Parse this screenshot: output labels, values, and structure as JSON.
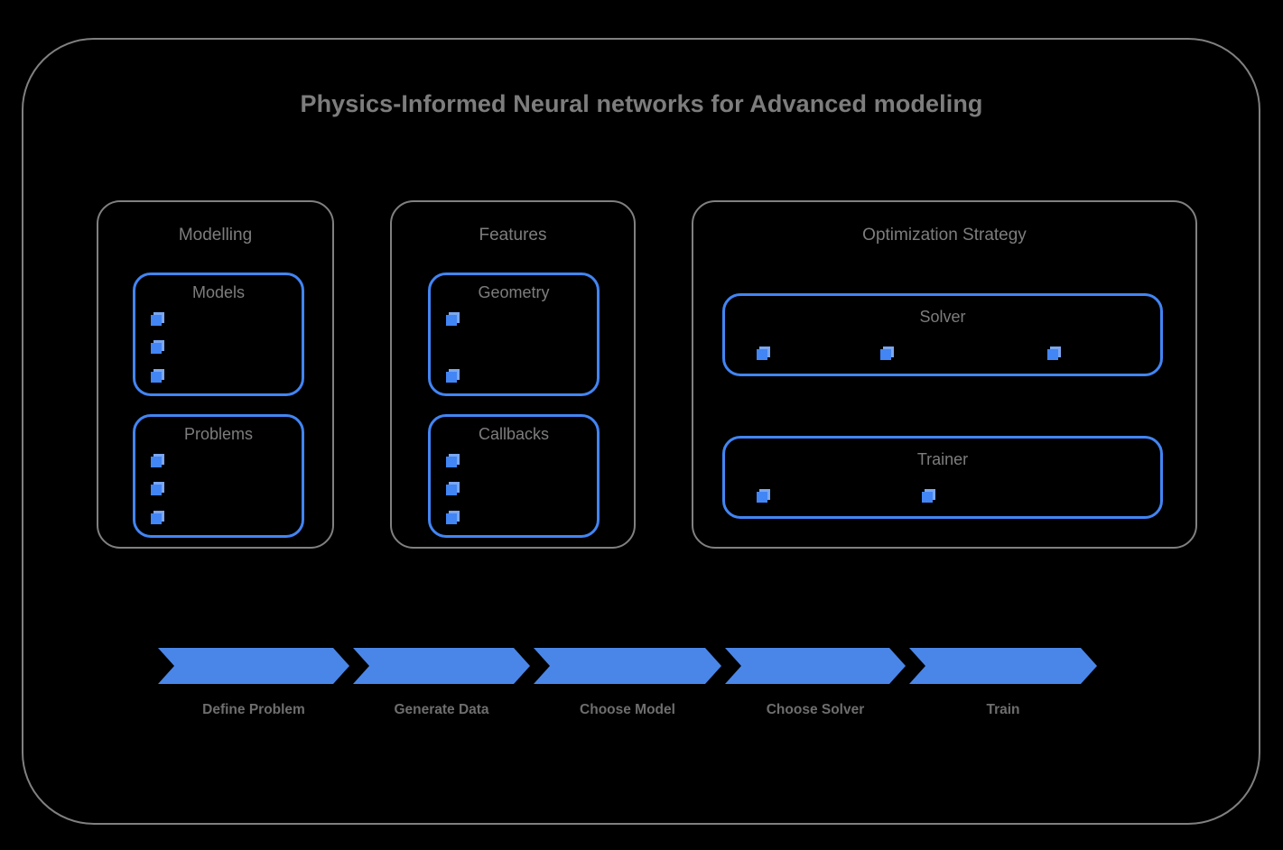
{
  "diagram": {
    "title": "Physics-Informed Neural networks for Advanced modeling",
    "colors": {
      "background": "#000000",
      "outer_border": "#808080",
      "group_border": "#808080",
      "sub_border": "#4285f4",
      "accent_blue": "#4285f4",
      "arrow_blue": "#4a86e8",
      "text_gray": "#7d7d7d"
    }
  },
  "groups": [
    {
      "label": "Modelling",
      "boxes": [
        {
          "label": "Models",
          "bullets": 3,
          "bullet_layout": "vertical"
        },
        {
          "label": "Problems",
          "bullets": 3,
          "bullet_layout": "vertical"
        }
      ]
    },
    {
      "label": "Features",
      "boxes": [
        {
          "label": "Geometry",
          "bullets": 2,
          "bullet_layout": "vertical"
        },
        {
          "label": "Callbacks",
          "bullets": 3,
          "bullet_layout": "vertical"
        }
      ]
    },
    {
      "label": "Optimization Strategy",
      "boxes": [
        {
          "label": "Solver",
          "bullets": 3,
          "bullet_layout": "horizontal"
        },
        {
          "label": "Trainer",
          "bullets": 2,
          "bullet_layout": "horizontal"
        }
      ]
    }
  ],
  "pipeline": {
    "steps": [
      {
        "label": "Define Problem"
      },
      {
        "label": "Generate Data"
      },
      {
        "label": "Choose Model"
      },
      {
        "label": "Choose Solver"
      },
      {
        "label": "Train"
      }
    ]
  }
}
